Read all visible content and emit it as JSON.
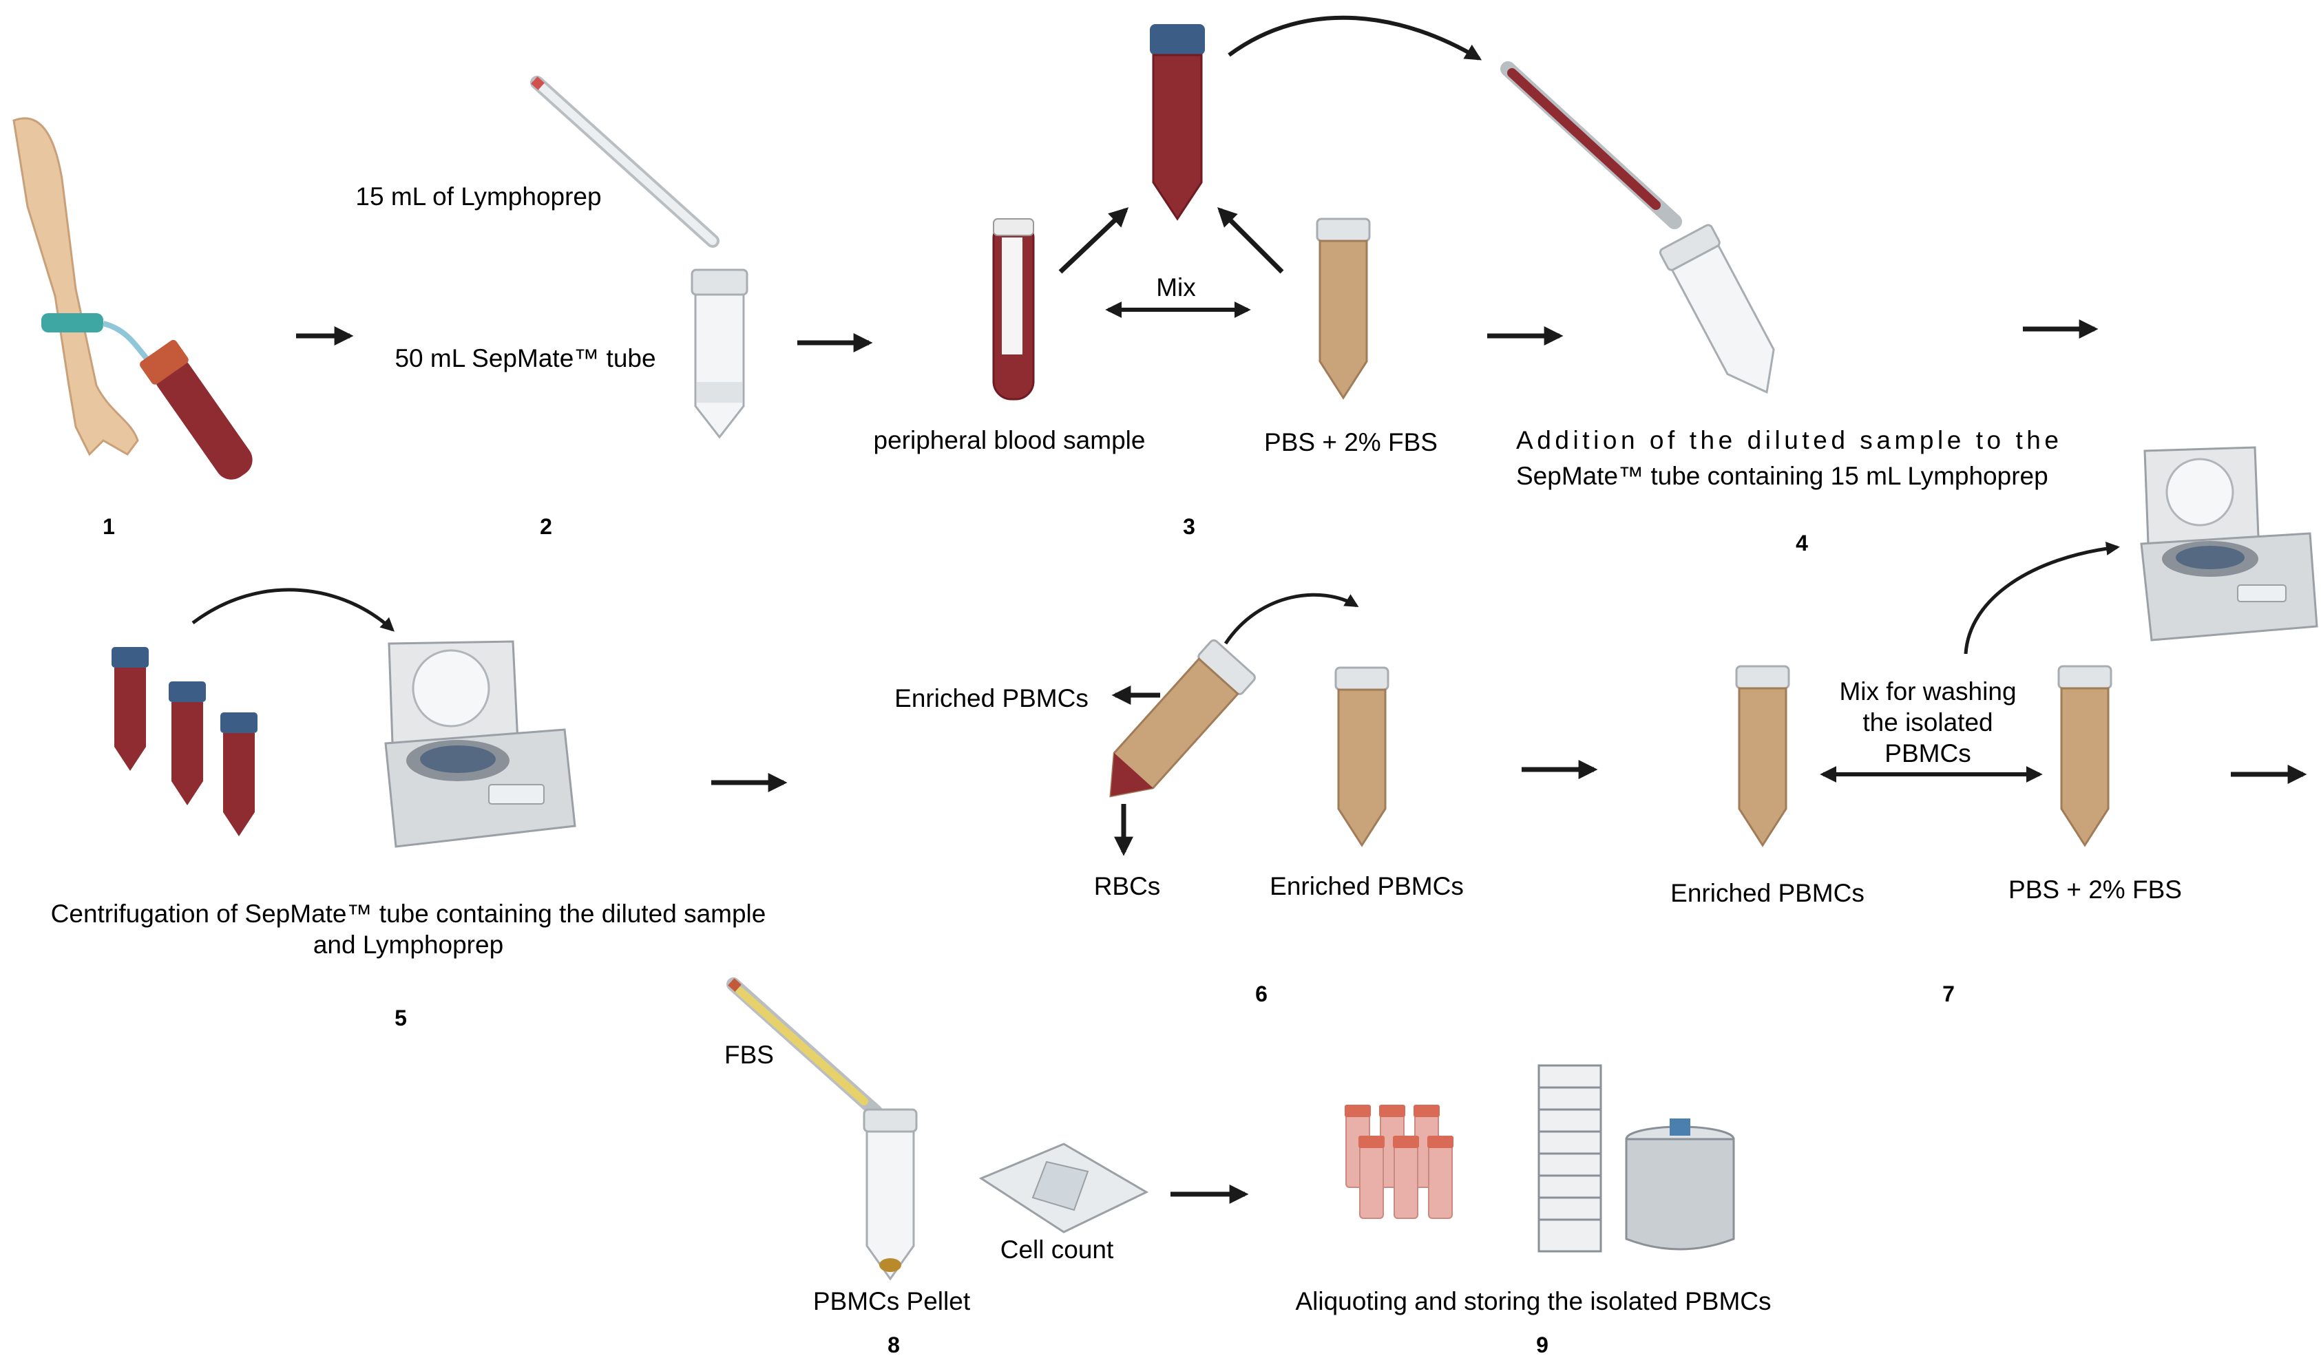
{
  "colors": {
    "blood": "#8f2c32",
    "blood_dark": "#6e1c22",
    "diluted": "#c9a37a",
    "cap_blue": "#3c5d86",
    "cap_orange": "#c45a3a",
    "tube_clear": "#eef1f3",
    "arrow": "#1a1a1a",
    "plasma_yellow": "#e7d16a",
    "skin": "#e8c7a0",
    "device_gray": "#cfd3d6"
  },
  "steps": {
    "s1": {
      "number": "1"
    },
    "s2": {
      "number": "2",
      "pipette_label": "15 mL of Lymphoprep",
      "tube_label": "50 mL SepMate™ tube"
    },
    "s3": {
      "number": "3",
      "sample_label": "peripheral blood sample",
      "mix_label": "Mix",
      "buffer_label": "PBS + 2% FBS"
    },
    "s4": {
      "number": "4",
      "caption_line1": "Addition of the diluted sample to the",
      "caption_line2": "SepMate™ tube containing 15 mL Lymphoprep"
    },
    "s5": {
      "number": "5",
      "caption_line1": "Centrifugation of SepMate™ tube containing the diluted sample",
      "caption_line2": "and Lymphoprep"
    },
    "s6": {
      "number": "6",
      "enriched_top_label": "Enriched PBMCs",
      "rbc_label": "RBCs",
      "enriched_tube_label": "Enriched PBMCs"
    },
    "s7": {
      "number": "7",
      "enriched_label": "Enriched PBMCs",
      "mix_line1": "Mix for washing",
      "mix_line2": "the isolated",
      "mix_line3": "PBMCs",
      "buffer_label": "PBS + 2% FBS"
    },
    "s8": {
      "number": "8",
      "fbs_label": "FBS",
      "count_label": "Cell count",
      "pellet_label": "PBMCs Pellet"
    },
    "s9": {
      "number": "9",
      "caption": "Aliquoting and storing the isolated PBMCs"
    }
  }
}
